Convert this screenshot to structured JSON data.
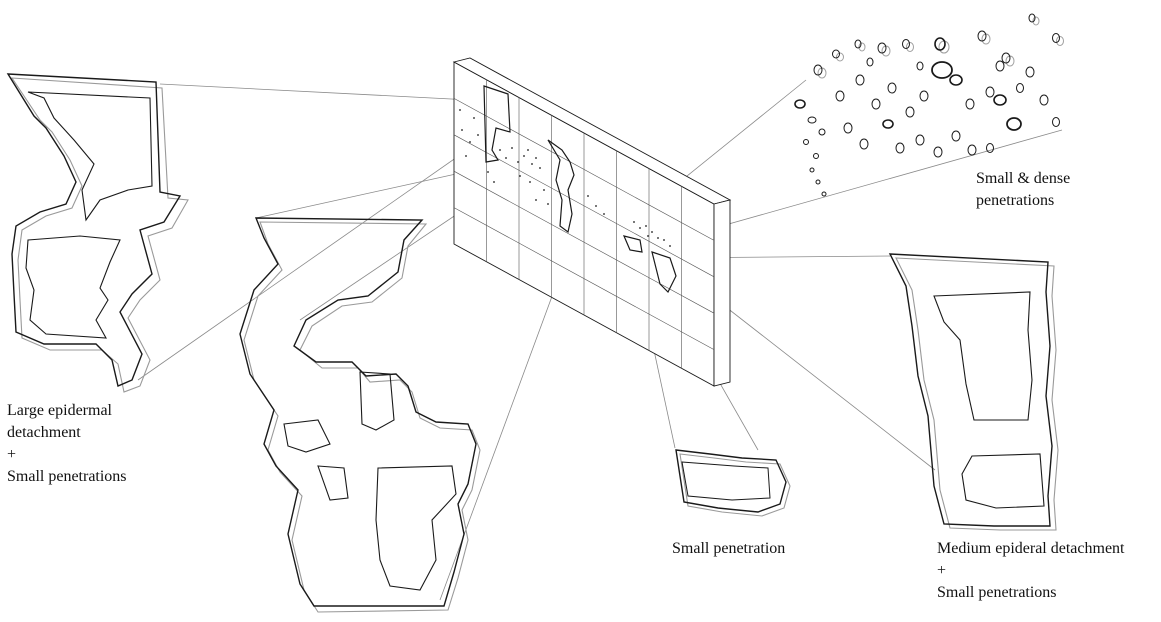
{
  "labels": {
    "large_detachment": {
      "line1": "Large epidermal",
      "line2": "detachment",
      "plus": "+",
      "line3": "Small penetrations"
    },
    "small_penetration": "Small penetration",
    "medium_detachment": {
      "line1": "Medium epideral detachment",
      "plus": "+",
      "line2": "Small penetrations"
    },
    "dense_penetrations": {
      "line1": "Small & dense",
      "line2": "penetrations"
    }
  },
  "colors": {
    "stroke": "#1a1a1a",
    "shadow": "#9a9a9a",
    "leader": "#8a8a8a"
  }
}
